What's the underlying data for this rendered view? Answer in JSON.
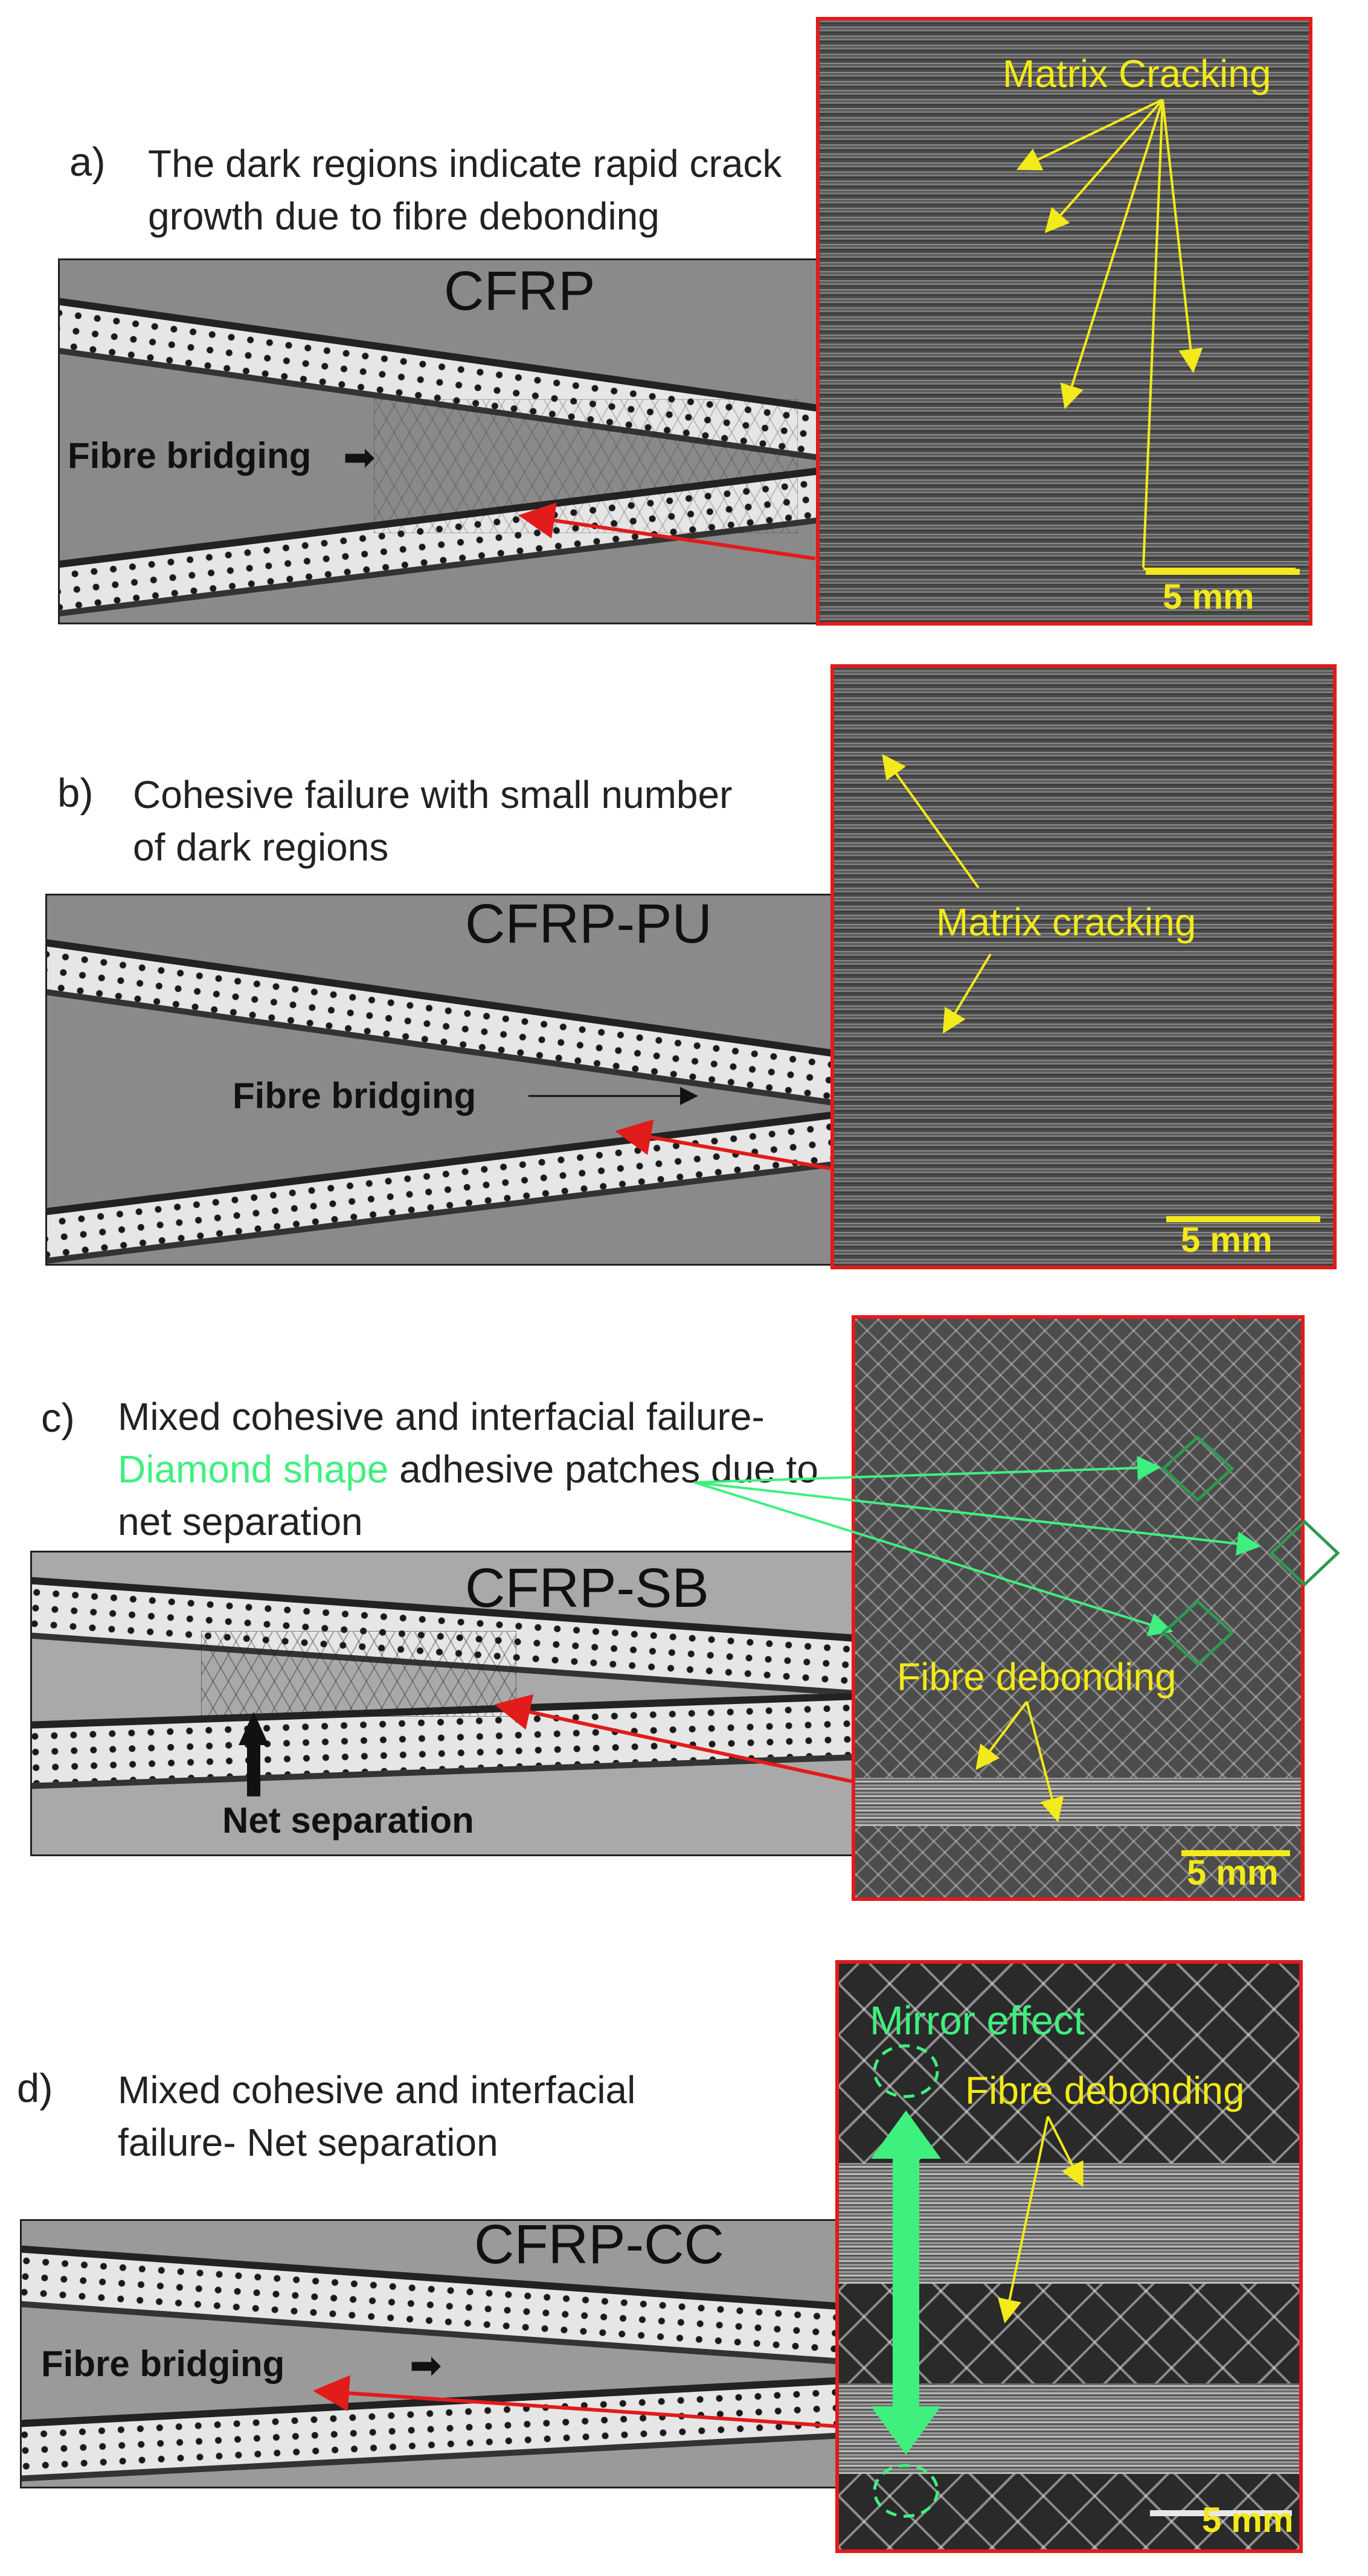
{
  "panels": {
    "a": {
      "letter": "a)",
      "caption_line1": "The dark regions indicate rapid crack",
      "caption_line2": "growth due to fibre debonding",
      "specimen_label": "CFRP",
      "bridging_label": "Fibre bridging",
      "micro_label": "Matrix Cracking",
      "scale_label": "5 mm"
    },
    "b": {
      "letter": "b)",
      "caption_line1": "Cohesive failure with small number",
      "caption_line2": "of dark regions",
      "specimen_label": "CFRP-PU",
      "bridging_label": "Fibre bridging",
      "micro_label": "Matrix cracking",
      "scale_label": "5 mm"
    },
    "c": {
      "letter": "c)",
      "caption_line1": "Mixed cohesive and interfacial failure-",
      "caption_line2_highlight": "Diamond shape",
      "caption_line2_rest": " adhesive patches due to",
      "caption_line3": "net separation",
      "specimen_label": "CFRP-SB",
      "net_label": "Net separation",
      "micro_label": "Fibre debonding",
      "scale_label": "5 mm"
    },
    "d": {
      "letter": "d)",
      "caption_line1": "Mixed cohesive and interfacial",
      "caption_line2": "failure- Net separation",
      "specimen_label": "CFRP-CC",
      "bridging_label": "Fibre bridging",
      "mirror_label": "Mirror effect",
      "micro_label": "Fibre debonding",
      "scale_label": "5 mm"
    }
  },
  "colors": {
    "annotation_yellow": "#f2ea1a",
    "annotation_green": "#3ff07f",
    "diamond_green": "#2f9a4f",
    "frame_red": "#e21b1b"
  }
}
